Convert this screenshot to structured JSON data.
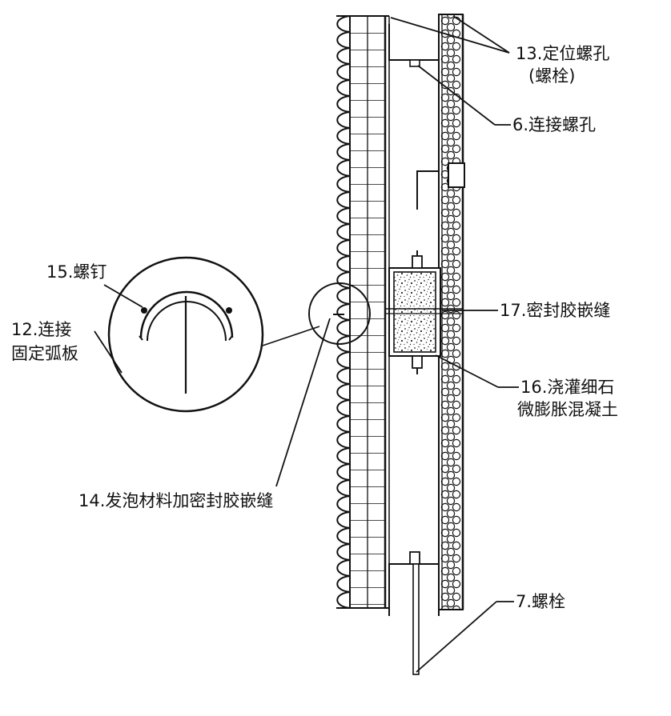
{
  "labels": {
    "l13_line1": "13.定位螺孔",
    "l13_line2": "(螺栓)",
    "l6": "6.连接螺孔",
    "l17": "17.密封胶嵌缝",
    "l16_line1": "16.浇灌细石",
    "l16_line2": "微膨胀混凝土",
    "l7": "7.螺栓",
    "l15": "15.螺钉",
    "l12_line1": "12.连接",
    "l12_line2": "固定弧板",
    "l14": "14.发泡材料加密封胶嵌缝"
  },
  "colors": {
    "stroke": "#111111",
    "background": "#ffffff"
  }
}
